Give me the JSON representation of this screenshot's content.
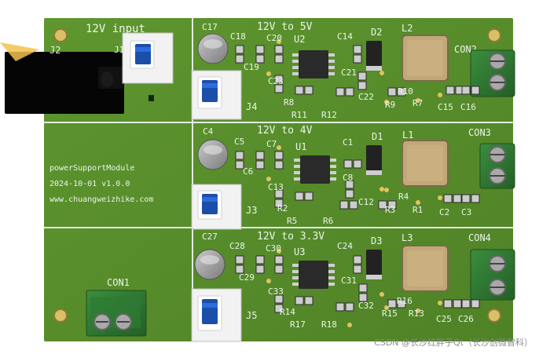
{
  "board": {
    "module_name": "powerSupportModule",
    "date_version": "2024-10-01  v1.0.0",
    "website": "www.chuangweizhike.com",
    "input_label": "12V input",
    "section_labels": [
      "12V to 5V",
      "12V to 4V",
      "12V to 3.3V"
    ],
    "connector_labels": {
      "j2": "J2",
      "j1": "J1",
      "con1": "CON1",
      "con2": "CON2",
      "con3": "CON3",
      "con4": "CON4",
      "j3": "J3",
      "j4": "J4",
      "j5": "J5"
    },
    "section1": {
      "c17": "C17",
      "c18": "C18",
      "c19": "C19",
      "c20": "C20",
      "u2": "U2",
      "c14": "C14",
      "d2": "D2",
      "l2": "L2",
      "c21": "C21",
      "c23": "C23",
      "c22": "C22",
      "r8": "R8",
      "r10": "R10",
      "r11": "R11",
      "r12": "R12",
      "r9": "R9",
      "r7": "R7",
      "c15": "C15",
      "c16": "C16"
    },
    "section2": {
      "c4": "C4",
      "c5": "C5",
      "c7": "C7",
      "c6": "C6",
      "u1": "U1",
      "c1": "C1",
      "d1": "D1",
      "l1": "L1",
      "c8": "C8",
      "c13": "C13",
      "c12": "C12",
      "r4": "R4",
      "r2": "R2",
      "r5": "R5",
      "r6": "R6",
      "r3": "R3",
      "r1": "R1",
      "c2": "C2",
      "c3": "C3"
    },
    "section3": {
      "c27": "C27",
      "c28": "C28",
      "c30": "C30",
      "c29": "C29",
      "u3": "U3",
      "c24": "C24",
      "d3": "D3",
      "l3": "L3",
      "c31": "C31",
      "c33": "C33",
      "c32": "C32",
      "r16": "R16",
      "r14": "R14",
      "r17": "R17",
      "r18": "R18",
      "r15": "R15",
      "r13": "R13",
      "c25": "C25",
      "c26": "C26"
    }
  },
  "watermark": "CSDN @长沙红胖子Qt（长沙创微智科）",
  "colors": {
    "pcb": "#5a8f2b",
    "pcb_dark": "#477522",
    "silk": "#e9f5ea",
    "pad": "#c9c9c9",
    "ic": "#2a2a2a",
    "inductor": "#c2a878",
    "terminal": "#2f7a33",
    "switch_body": "#f2f2f2",
    "switch_knob": "#1b4ea8"
  },
  "icons": {
    "terminal_block": "terminal-block-icon",
    "inductor": "inductor-icon",
    "dip_switch": "dip-switch-icon",
    "electrolytic_cap": "electrolytic-capacitor-icon",
    "ic": "ic-chip-icon",
    "diode": "diode-icon"
  }
}
